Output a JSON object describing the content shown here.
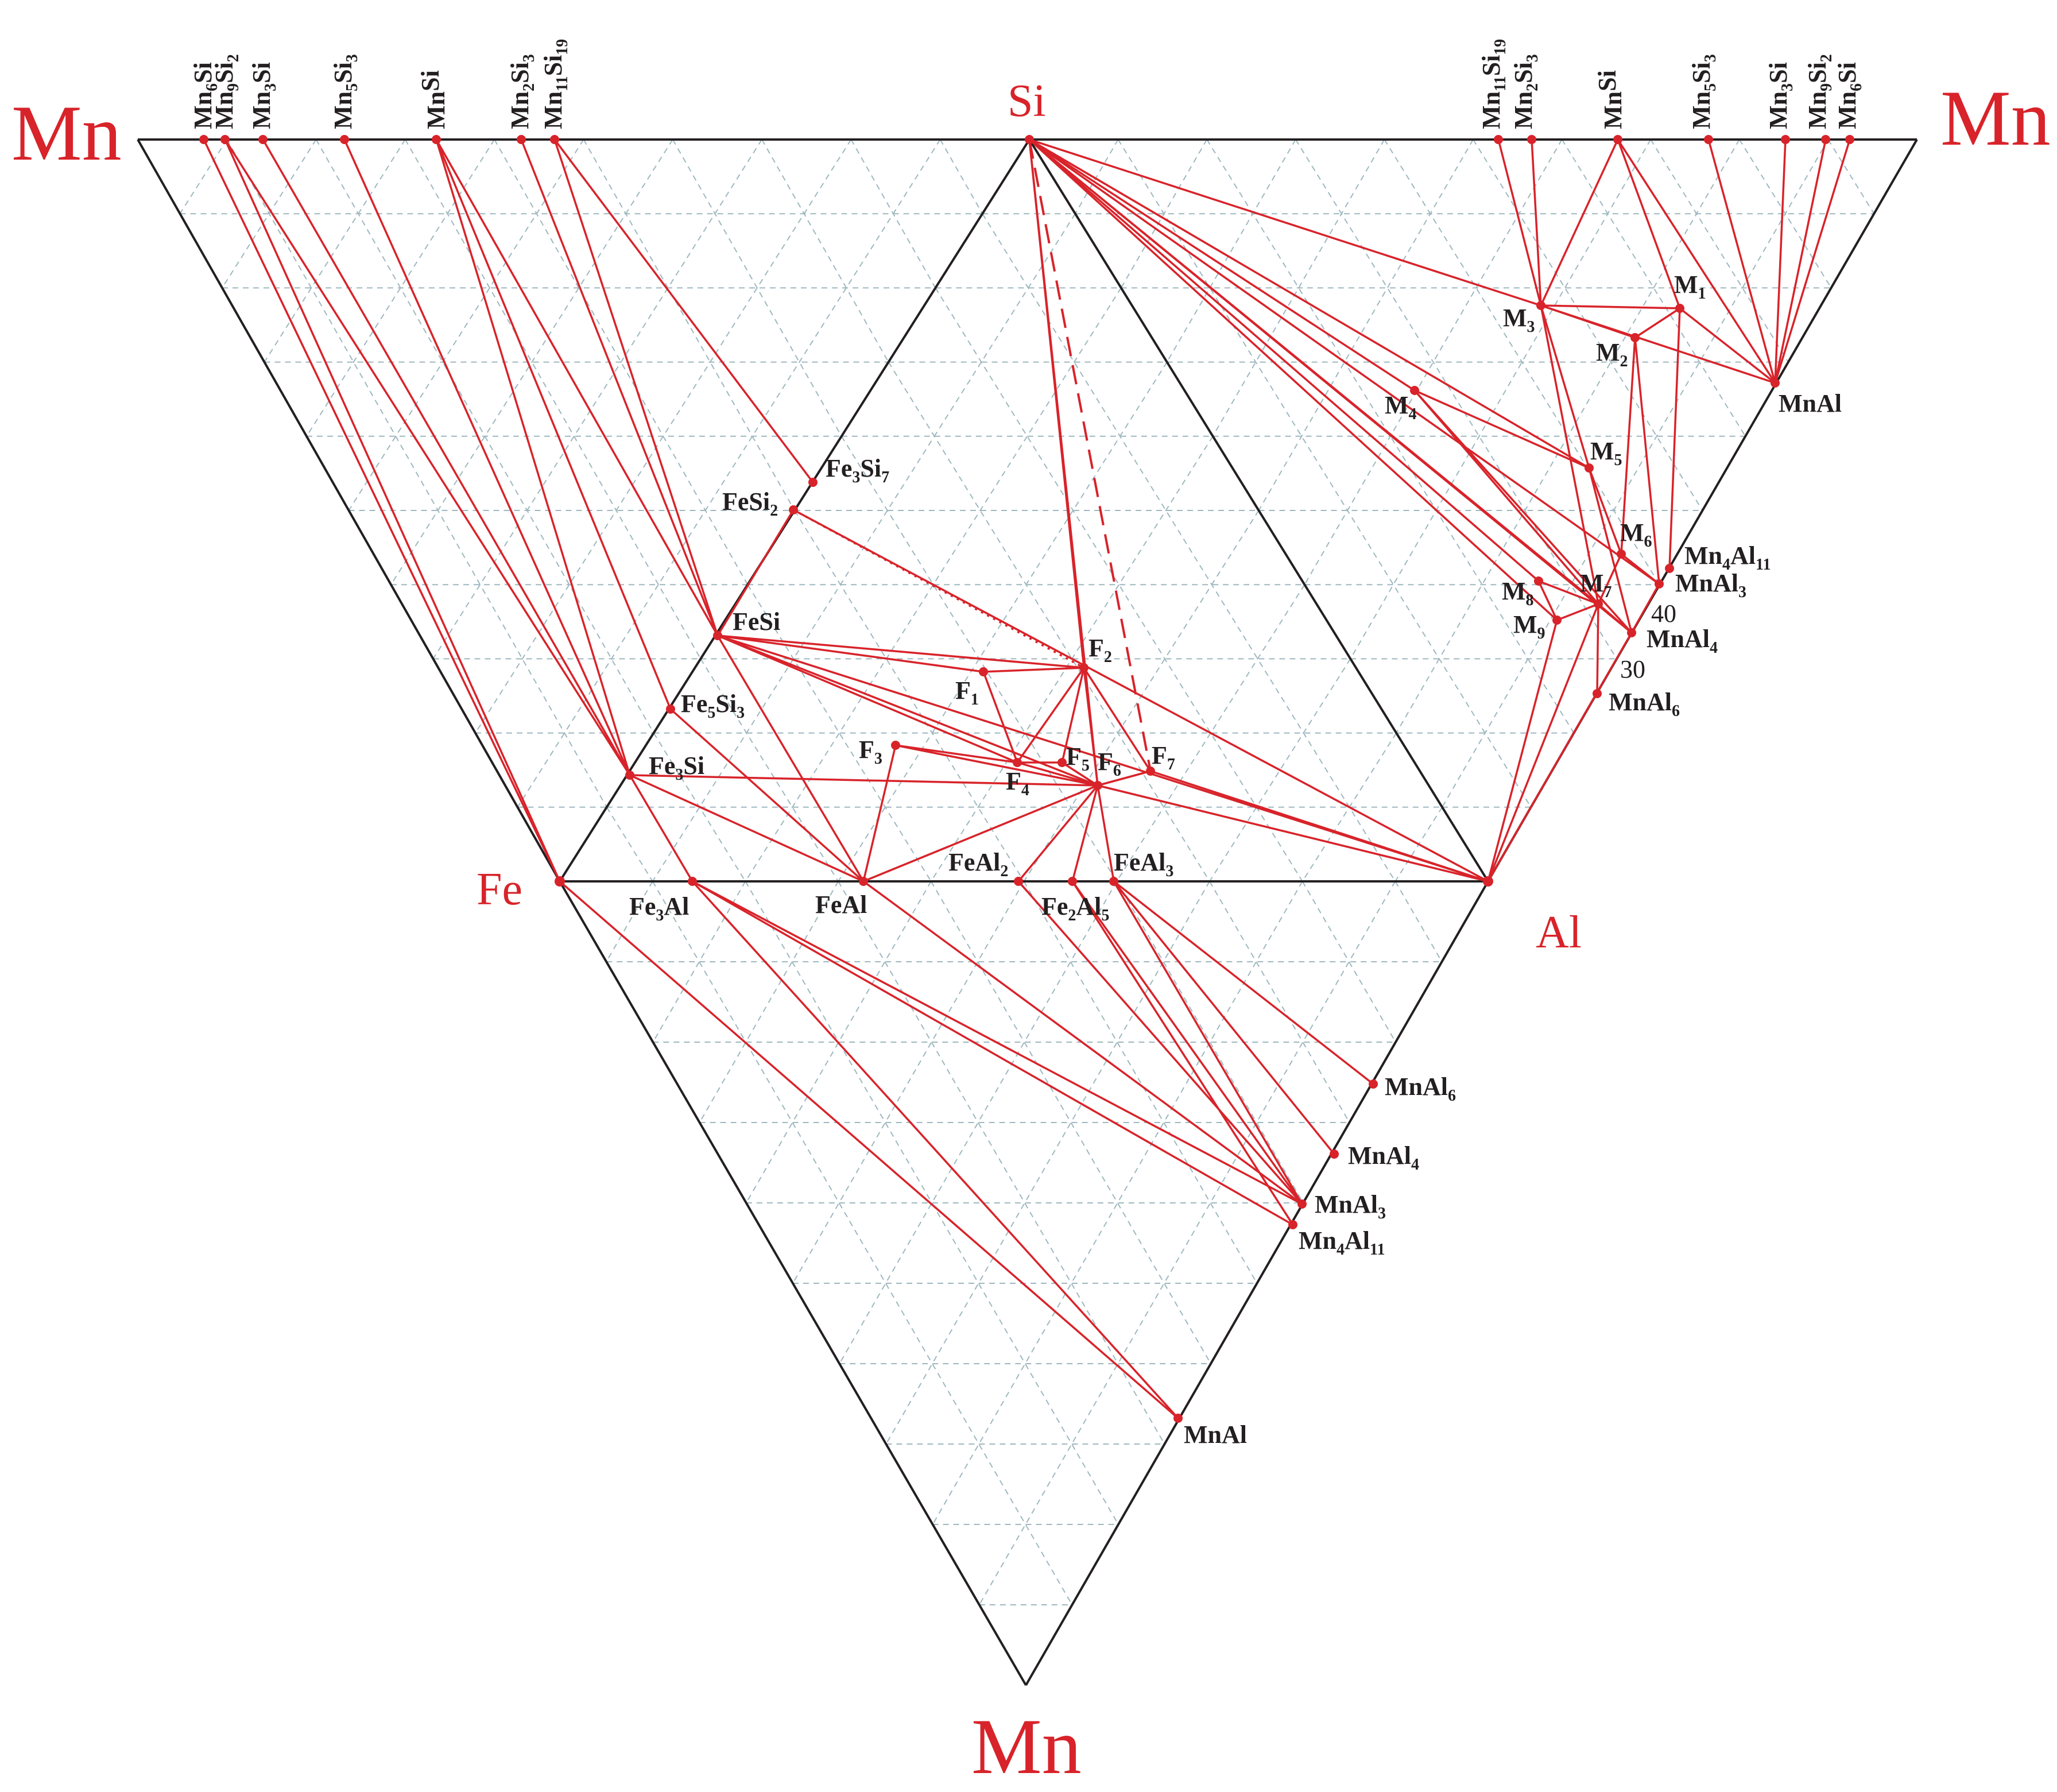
{
  "corners": {
    "top_left": "Mn",
    "top_right": "Mn",
    "bottom": "Mn",
    "si": "Si",
    "fe": "Fe",
    "al": "Al"
  },
  "top_left_compounds": [
    {
      "base": "Mn",
      "sub1": "6",
      "mid": "Si",
      "sub2": ""
    },
    {
      "base": "Mn",
      "sub1": "9",
      "mid": "Si",
      "sub2": "2"
    },
    {
      "base": "Mn",
      "sub1": "3",
      "mid": "Si",
      "sub2": ""
    },
    {
      "base": "Mn",
      "sub1": "5",
      "mid": "Si",
      "sub2": "3"
    },
    {
      "base": "Mn",
      "sub1": "",
      "mid": "Si",
      "sub2": ""
    },
    {
      "base": "Mn",
      "sub1": "2",
      "mid": "Si",
      "sub2": "3"
    },
    {
      "base": "Mn",
      "sub1": "11",
      "mid": "Si",
      "sub2": "19"
    }
  ],
  "top_right_compounds": [
    {
      "base": "Mn",
      "sub1": "11",
      "mid": "Si",
      "sub2": "19"
    },
    {
      "base": "Mn",
      "sub1": "2",
      "mid": "Si",
      "sub2": "3"
    },
    {
      "base": "Mn",
      "sub1": "",
      "mid": "Si",
      "sub2": ""
    },
    {
      "base": "Mn",
      "sub1": "5",
      "mid": "Si",
      "sub2": "3"
    },
    {
      "base": "Mn",
      "sub1": "3",
      "mid": "Si",
      "sub2": ""
    },
    {
      "base": "Mn",
      "sub1": "9",
      "mid": "Si",
      "sub2": "2"
    },
    {
      "base": "Mn",
      "sub1": "6",
      "mid": "Si",
      "sub2": ""
    }
  ],
  "fe_si_side": [
    {
      "base": "Fe",
      "sub1": "3",
      "mid": "Si",
      "sub2": "7"
    },
    {
      "base": "FeSi",
      "sub1": "2",
      "mid": "",
      "sub2": ""
    },
    {
      "base": "FeSi",
      "sub1": "",
      "mid": "",
      "sub2": ""
    },
    {
      "base": "Fe",
      "sub1": "5",
      "mid": "Si",
      "sub2": "3"
    },
    {
      "base": "Fe",
      "sub1": "3",
      "mid": "Si",
      "sub2": ""
    }
  ],
  "fe_al_side": [
    {
      "base": "Fe",
      "sub1": "3",
      "mid": "Al",
      "sub2": ""
    },
    {
      "base": "FeAl",
      "sub1": "",
      "mid": "",
      "sub2": ""
    },
    {
      "base": "FeAl",
      "sub1": "2",
      "mid": "",
      "sub2": ""
    },
    {
      "base": "Fe",
      "sub1": "2",
      "mid": "Al",
      "sub2": "5"
    },
    {
      "base": "FeAl",
      "sub1": "3",
      "mid": "",
      "sub2": ""
    }
  ],
  "f_phases": [
    {
      "base": "F",
      "sub1": "1"
    },
    {
      "base": "F",
      "sub1": "2"
    },
    {
      "base": "F",
      "sub1": "3"
    },
    {
      "base": "F",
      "sub1": "4"
    },
    {
      "base": "F",
      "sub1": "5"
    },
    {
      "base": "F",
      "sub1": "6"
    },
    {
      "base": "F",
      "sub1": "7"
    }
  ],
  "m_phases": [
    {
      "base": "M",
      "sub1": "1"
    },
    {
      "base": "M",
      "sub1": "2"
    },
    {
      "base": "M",
      "sub1": "3"
    },
    {
      "base": "M",
      "sub1": "4"
    },
    {
      "base": "M",
      "sub1": "5"
    },
    {
      "base": "M",
      "sub1": "6"
    },
    {
      "base": "M",
      "sub1": "7"
    },
    {
      "base": "M",
      "sub1": "8"
    },
    {
      "base": "M",
      "sub1": "9"
    }
  ],
  "mn_al_right": [
    {
      "base": "MnAl",
      "sub1": "",
      "mid": "",
      "sub2": ""
    },
    {
      "base": "Mn",
      "sub1": "4",
      "mid": "Al",
      "sub2": "11"
    },
    {
      "base": "MnAl",
      "sub1": "3",
      "mid": "",
      "sub2": ""
    },
    {
      "base": "MnAl",
      "sub1": "4",
      "mid": "",
      "sub2": ""
    },
    {
      "base": "MnAl",
      "sub1": "6",
      "mid": "",
      "sub2": ""
    }
  ],
  "mn_al_bottom": [
    {
      "base": "MnAl",
      "sub1": "6",
      "mid": "",
      "sub2": ""
    },
    {
      "base": "MnAl",
      "sub1": "4",
      "mid": "",
      "sub2": ""
    },
    {
      "base": "MnAl",
      "sub1": "3",
      "mid": "",
      "sub2": ""
    },
    {
      "base": "Mn",
      "sub1": "4",
      "mid": "Al",
      "sub2": "11"
    },
    {
      "base": "MnAl",
      "sub1": "",
      "mid": "",
      "sub2": ""
    }
  ],
  "ticks": [
    "40",
    "30"
  ],
  "colors": {
    "tie_line": "#d8232a",
    "boundary": "#231f20",
    "grid": "#9fb8c0",
    "label": "#231f20",
    "element": "#d8232a"
  }
}
